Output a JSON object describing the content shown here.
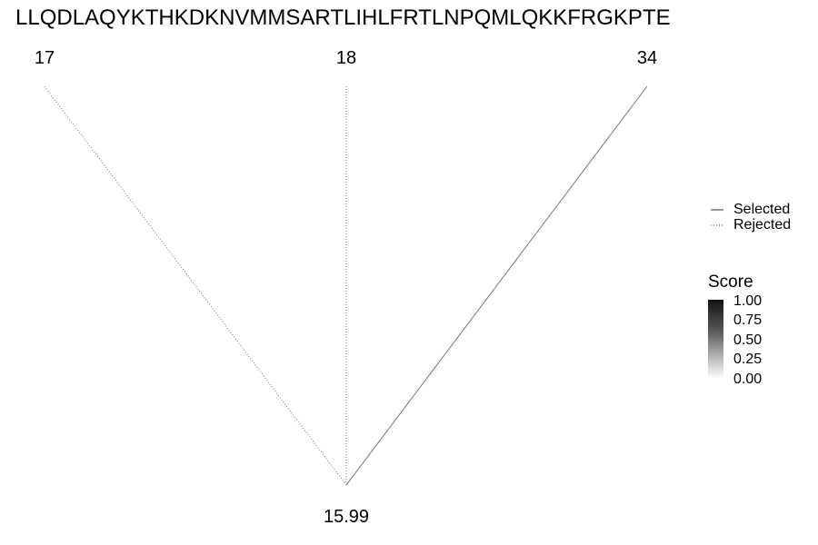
{
  "sequence": "LLQDLAQYKTHKDKNVMMSARTLIHLFRTLNPQMLQKKFRGKPTE",
  "root": {
    "label": "15.99"
  },
  "leaves": [
    {
      "label": "17",
      "status": "Rejected"
    },
    {
      "label": "18",
      "status": "Rejected"
    },
    {
      "label": "34",
      "status": "Selected"
    }
  ],
  "legend": {
    "items": [
      {
        "label": "Selected",
        "style": "solid"
      },
      {
        "label": "Rejected",
        "style": "dotted"
      }
    ]
  },
  "score_scale": {
    "title": "Score",
    "ticks": [
      "1.00",
      "0.75",
      "0.50",
      "0.25",
      "0.00"
    ],
    "colors": {
      "high": "#111111",
      "low": "#ffffff"
    }
  },
  "line_color": "#777777"
}
